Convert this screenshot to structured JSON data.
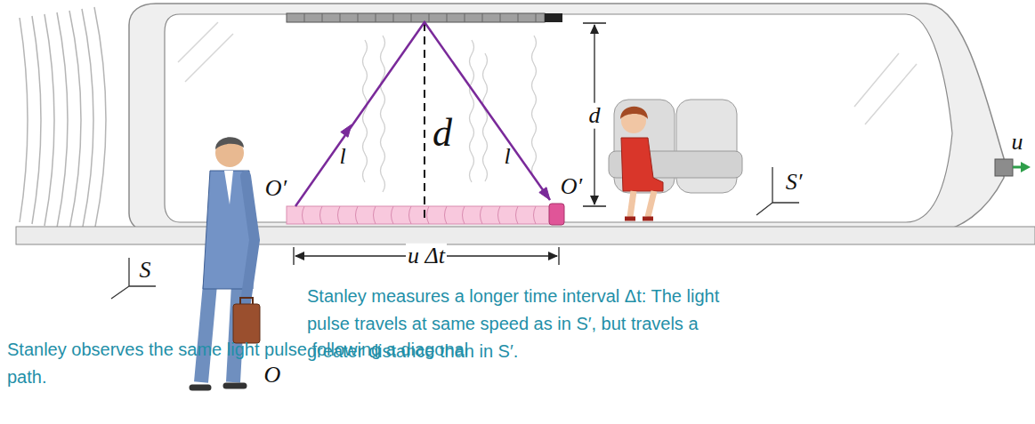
{
  "diagram": {
    "labels": [
      "l",
      "d",
      "l",
      "d",
      "O′",
      "O′",
      "u",
      "S′",
      "u Δt",
      "S",
      "Stanley measures a longer time interval Δt: The light pulse travels at same speed as in S′, but travels a greater distance than in S′.",
      "O",
      "Stanley observes the same light pulse following a diagonal path."
    ]
  }
}
